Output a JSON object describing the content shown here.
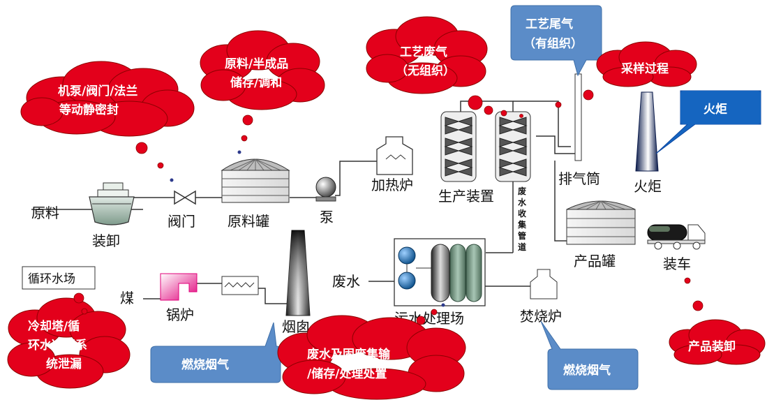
{
  "colors": {
    "emission_red": "#e3001b",
    "callout_blue": "#5b8cc8",
    "flare_blue": "#1565c0",
    "pipe_gray": "#333333"
  },
  "equipment": {
    "raw_material": "原料",
    "loading_unloading": "装卸",
    "valve": "阀门",
    "raw_tank": "原料罐",
    "pump": "泵",
    "heater": "加热炉",
    "production_unit": "生产装置",
    "wastewater_pipe": [
      "废",
      "水",
      "收",
      "集",
      "管",
      "道"
    ],
    "exhaust_stack": "排气筒",
    "flare": "火炬",
    "product_tank": "产品罐",
    "truck_loading": "装车",
    "cooling_water_box": "循环水场",
    "coal": "煤",
    "boiler": "锅炉",
    "chimney": "烟囱",
    "wastewater": "废水",
    "wwtp": "污水处理场",
    "incinerator": "焚烧炉"
  },
  "emission_clouds": {
    "pump_valve_seals": [
      "机泵/阀门/法兰",
      "等动静密封"
    ],
    "raw_storage": [
      "原料/半成品",
      "储存/调和"
    ],
    "process_fugitive": [
      "工艺废气",
      "（无组织）"
    ],
    "sampling": "采样过程",
    "cooling_tower": [
      "冷却塔/循",
      "环水冷却系",
      "统泄漏"
    ],
    "waste_handling": [
      "废水及固废集输",
      "/储存/处理处置"
    ],
    "product_loading": "产品装卸"
  },
  "callouts": {
    "process_tail_gas": [
      "工艺尾气",
      "（有组织）"
    ],
    "flare_label": "火炬",
    "combustion_flue_gas_1": "燃烧烟气",
    "combustion_flue_gas_2": "燃烧烟气"
  }
}
